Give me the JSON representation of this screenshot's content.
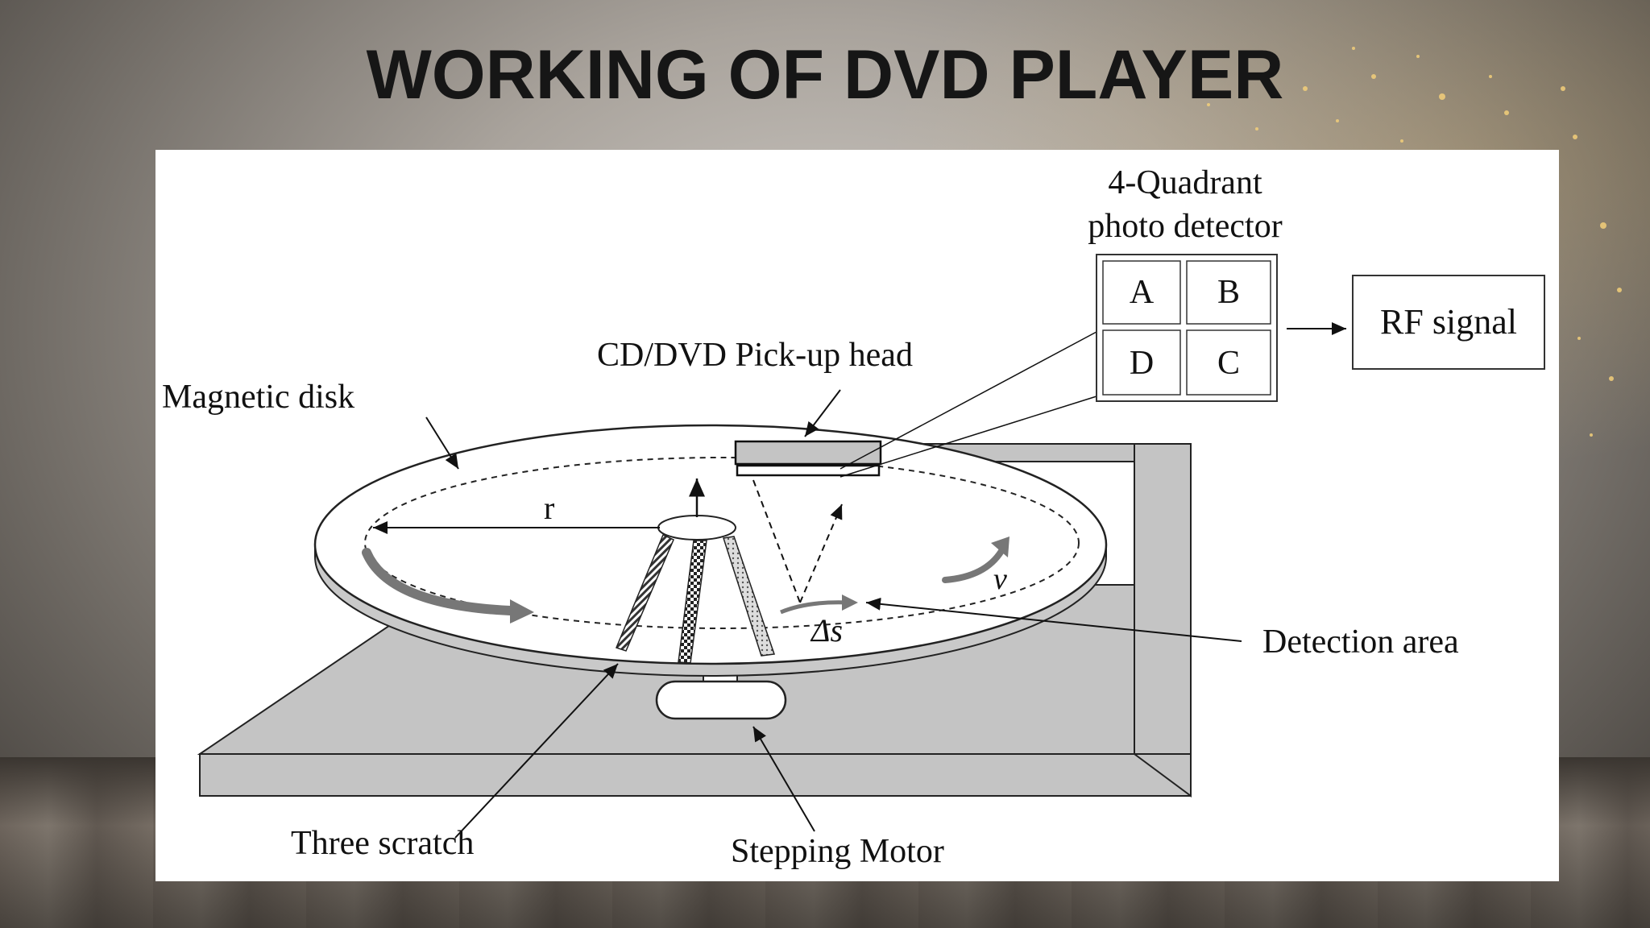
{
  "slide": {
    "title": "WORKING OF DVD PLAYER"
  },
  "diagram": {
    "labels": {
      "detector_line1": "4-Quadrant",
      "detector_line2": "photo detector",
      "quadrant_a": "A",
      "quadrant_b": "B",
      "quadrant_c": "C",
      "quadrant_d": "D",
      "rf_signal": "RF signal",
      "pickup_head": "CD/DVD Pick-up head",
      "magnetic_disk": "Magnetic disk",
      "radius": "r",
      "velocity": "v",
      "delta_s": "Δs",
      "detection_area": "Detection area",
      "three_scratch": "Three scratch",
      "stepping_motor": "Stepping Motor"
    }
  }
}
